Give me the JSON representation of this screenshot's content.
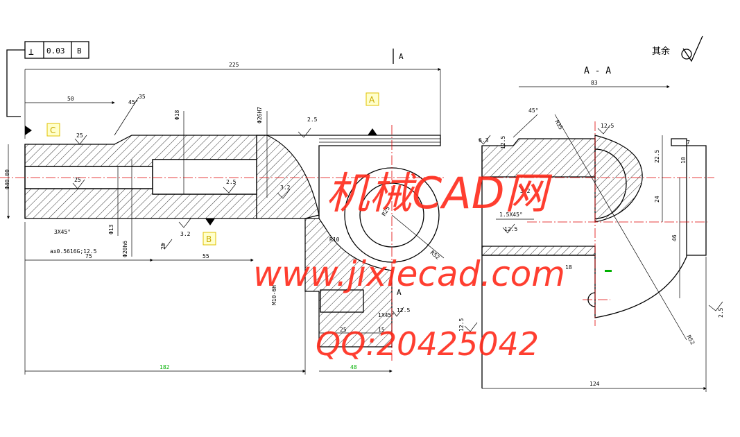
{
  "tolerance_frame": {
    "symbol": "⊥",
    "value": "0.03",
    "datum": "B"
  },
  "roughness_note": {
    "label": "其余"
  },
  "section_label": "A - A",
  "section_marks": {
    "top": "A",
    "bottom": "A"
  },
  "datum_tags": {
    "a": "A",
    "b": "B",
    "c": "C"
  },
  "dimensions": {
    "overall_length": "225",
    "d50": "50",
    "d75": "75",
    "d55": "55",
    "d182": "182",
    "d48": "48",
    "d25": "25",
    "d15": "15",
    "d83": "83",
    "d124": "124",
    "d7": "7",
    "d10": "10",
    "d22_5": "22.5",
    "d24": "24",
    "d46": "46",
    "d18": "18",
    "d12_5a": "12.5",
    "angle_35": "35",
    "angle_45": "45°",
    "phi40": "Φ40.00",
    "phi18": "Φ18",
    "phi26": "Φ26H7",
    "phi13": "Φ13",
    "phi20": "Φ20h6",
    "r10": "R10",
    "r52": "R52",
    "r25": "R25",
    "r35": "R35",
    "m10": "M10-6H",
    "chamfer1": "1X45°",
    "chamfer_1_5": "1.5X45°",
    "chamfer3": "3X45°",
    "thread_note": "ax0.5616G;12.5",
    "deg45": "45°"
  },
  "roughness": {
    "r25a": "25",
    "r25b": "25",
    "r25c": "25",
    "r2_5a": "2.5",
    "r2_5b": "2.5",
    "r3_2a": "3.2",
    "r3_2b": "3.2",
    "r3_2c": "3.2",
    "r6_3": "6.3",
    "r12_5a": "12.5",
    "r12_5b": "12.5",
    "r12_5c": "12.5",
    "r12_5d": "12.5",
    "r2_5c": "2.5"
  },
  "watermark": {
    "title": "机械CAD网",
    "url": "www.jixiecad.com",
    "qq": "QQ:20425042"
  },
  "colors": {
    "hatch": "#000000",
    "centerline": "#e00000",
    "watermark": "#ff2a1a",
    "tag": "#e0c000",
    "dim_green": "#00b000"
  }
}
